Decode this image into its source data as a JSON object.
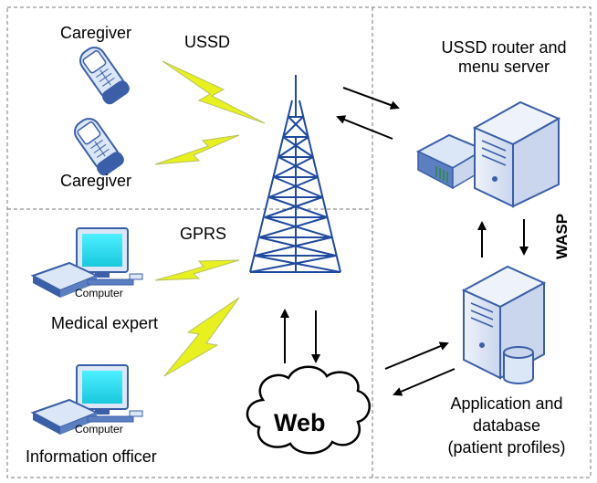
{
  "labels": {
    "caregiver_top": "Caregiver",
    "caregiver_bottom": "Caregiver",
    "ussd": "USSD",
    "gprs": "GPRS",
    "ussd_router_line1": "USSD router and",
    "ussd_router_line2": "menu server",
    "wasp": "WASP",
    "computer_top": "Computer",
    "computer_bottom": "Computer",
    "medical_expert": "Medical expert",
    "information_officer": "Information officer",
    "web": "Web",
    "app_line1": "Application and",
    "app_line2": "database",
    "app_line3": "(patient profiles)"
  },
  "icons": [
    "mobile-phone-icon",
    "cell-tower-icon",
    "computer-icon",
    "server-icon",
    "router-icon",
    "database-icon",
    "cloud-icon",
    "lightning-icon",
    "arrow-icon"
  ],
  "colors": {
    "device_blue": "#3a5fa8",
    "device_light": "#dbe6f6",
    "screen_cyan": "#22e0f0",
    "lightning_yellow": "#e8f020",
    "dashed_line": "#7a7a7a"
  }
}
